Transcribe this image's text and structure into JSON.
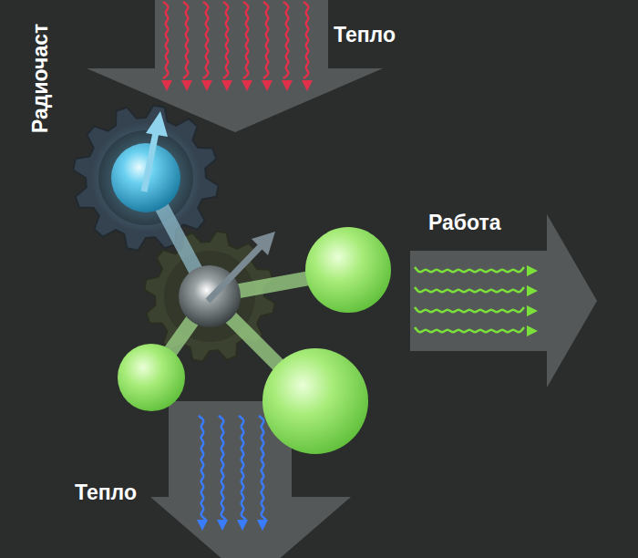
{
  "diagram": {
    "labels": [
      "Радиочаст",
      "Тепло",
      "Работа",
      "Тепло"
    ]
  }
}
